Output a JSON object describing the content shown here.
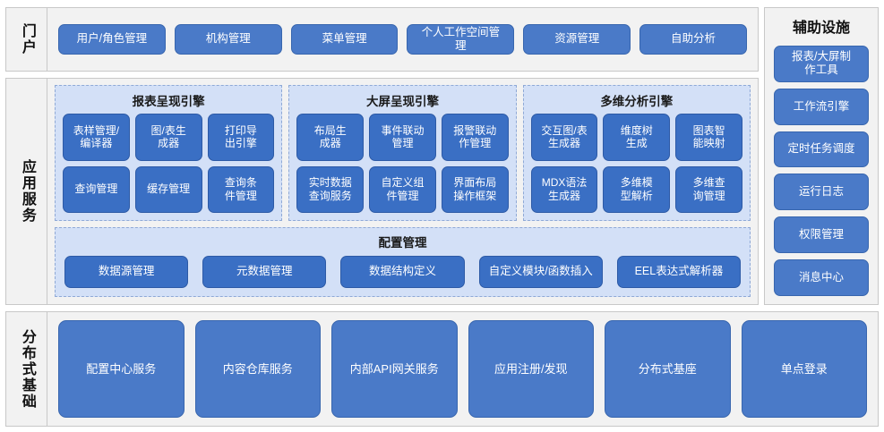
{
  "portal": {
    "label": "门户",
    "buttons": [
      "用户/角色管理",
      "机构管理",
      "菜单管理",
      "个人工作空间管理",
      "资源管理",
      "自助分析"
    ]
  },
  "app_service": {
    "label": "应用服务",
    "engines": [
      {
        "title": "报表呈现引擎",
        "items": [
          "表样管理/\n编译器",
          "图/表生\n成器",
          "打印导\n出引擎",
          "查询管理",
          "缓存管理",
          "查询条\n件管理"
        ]
      },
      {
        "title": "大屏呈现引擎",
        "items": [
          "布局生\n成器",
          "事件联动\n管理",
          "报警联动\n作管理",
          "实时数据\n查询服务",
          "自定义组\n件管理",
          "界面布局\n操作框架"
        ]
      },
      {
        "title": "多维分析引擎",
        "items": [
          "交互图/表\n生成器",
          "维度树\n生成",
          "图表智\n能映射",
          "MDX语法\n生成器",
          "多维模\n型解析",
          "多维查\n询管理"
        ]
      }
    ],
    "config": {
      "title": "配置管理",
      "items": [
        "数据源管理",
        "元数据管理",
        "数据结构定义",
        "自定义模块/函数插入",
        "EEL表达式解析器"
      ]
    }
  },
  "aux": {
    "title": "辅助设施",
    "items": [
      "报表/大屏制\n作工具",
      "工作流引擎",
      "定时任务调度",
      "运行日志",
      "权限管理",
      "消息中心"
    ]
  },
  "distributed": {
    "label": "分布式基础",
    "items": [
      "配置中心服务",
      "内容仓库服务",
      "内部API网关服务",
      "应用注册/发现",
      "分布式基座",
      "单点登录"
    ]
  },
  "colors": {
    "button_primary": "#4a7ac8",
    "button_engine": "#3a6fc4",
    "panel_bg": "#d3e0f7",
    "panel_border": "#8fa9d6",
    "section_bg": "#f2f2f2",
    "section_border": "#c8c8c8",
    "text_on_button": "#ffffff",
    "text_heading": "#111111"
  }
}
